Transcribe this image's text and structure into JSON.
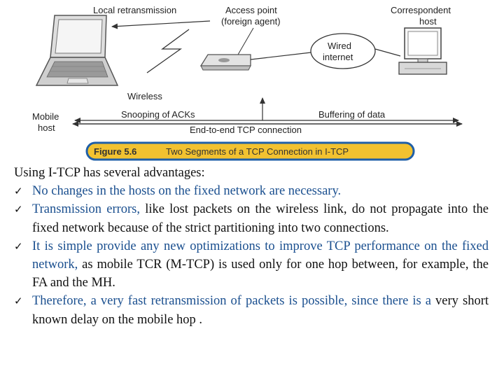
{
  "diagram": {
    "labels": {
      "local_retransmission": "Local retransmission",
      "access_point_line1": "Access point",
      "access_point_line2": "(foreign agent)",
      "correspondent_line1": "Correspondent",
      "correspondent_line2": "host",
      "wired_line1": "Wired",
      "wired_line2": "internet",
      "wireless": "Wireless",
      "mobile_line1": "Mobile",
      "mobile_line2": "host",
      "snooping": "Snooping of ACKs",
      "buffering": "Buffering of data",
      "end_to_end": "End-to-end TCP connection"
    },
    "caption": {
      "number": "Figure 5.6",
      "title": "Two Segments of a TCP Connection in I-TCP"
    },
    "colors": {
      "caption_bg": "#f2c230",
      "caption_border": "#1f5fa8"
    }
  },
  "text": {
    "intro": "Using I-TCP has several advantages:",
    "bullet_icon": "checkmark-icon",
    "bullets": [
      {
        "blue": "No changes in the hosts on the fixed network are necessary.",
        "rest": ""
      },
      {
        "blue": "Transmission errors,",
        "rest": " like lost packets on the wireless link, do  not propagate into the fixed network because of  the strict partitioning into two connections."
      },
      {
        "blue": "It is simple provide any new optimizations to improve TCP performance on the fixed network,",
        "rest": " as mobile TCR (M-TCP) is used only for one hop between, for example, the FA and the MH."
      },
      {
        "blue": "Therefore, a very fast retransmission of packets is possible, since there is a",
        "rest": " very short known delay on the mobile hop ."
      }
    ]
  }
}
